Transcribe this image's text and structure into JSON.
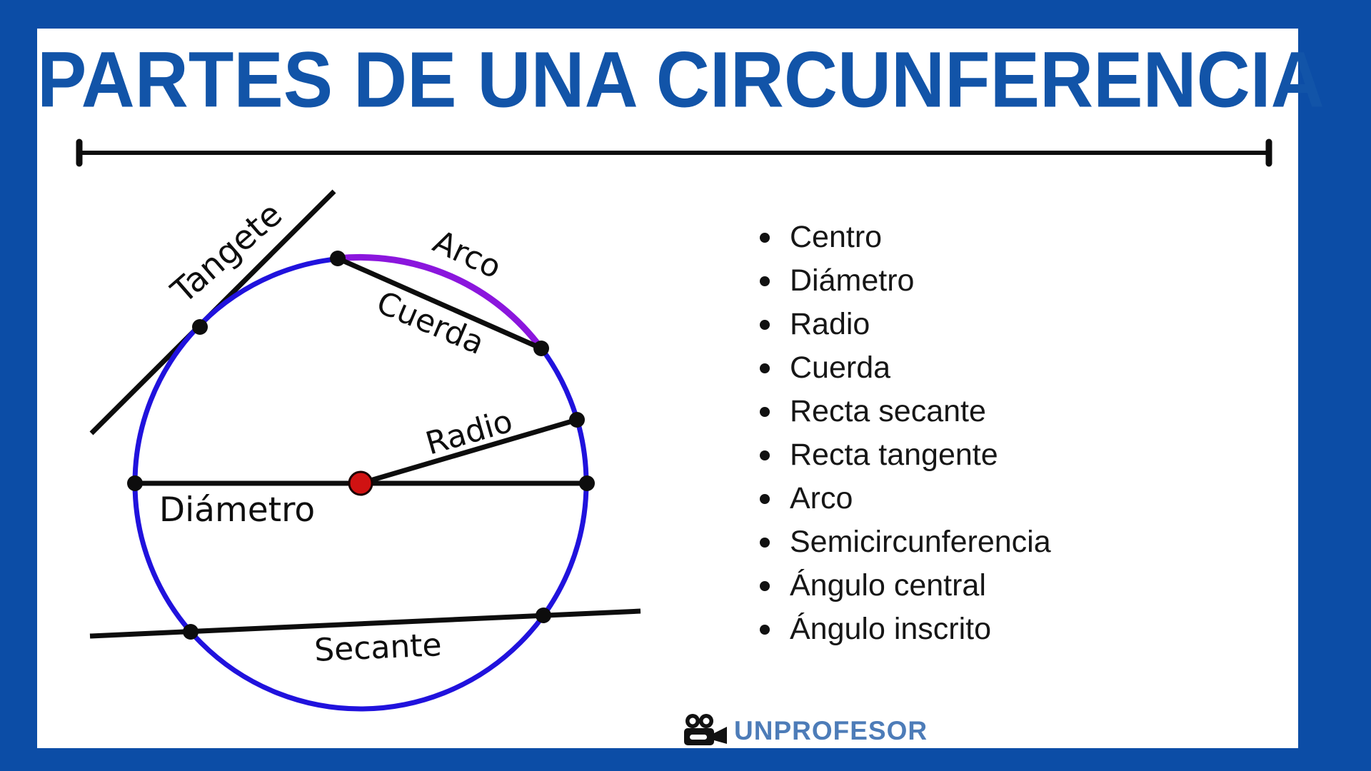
{
  "title": {
    "text": "PARTES DE UNA CIRCUNFERENCIA"
  },
  "frame": {
    "border_color": "#0c4da6",
    "title_color": "#1254a8",
    "background": "#ffffff"
  },
  "diagram": {
    "labels": {
      "tangente": "Tangete",
      "arco": "Arco",
      "cuerda": "Cuerda",
      "radio": "Radio",
      "diametro": "Diámetro",
      "secante": "Secante"
    },
    "colors": {
      "circle_blue": "#2012dd",
      "arc_purple": "#8b16dd",
      "line_black": "#0d0d0d",
      "center_red": "#d01212"
    }
  },
  "list": {
    "items": [
      "Centro",
      "Diámetro",
      "Radio",
      "Cuerda",
      "Recta secante",
      "Recta tangente",
      "Arco",
      "Semicircunferencia",
      "Ángulo central",
      "Ángulo inscrito"
    ]
  },
  "logo": {
    "text": "UNPROFESOR",
    "icon": "video-camera-icon",
    "color": "#4d7cb8"
  }
}
